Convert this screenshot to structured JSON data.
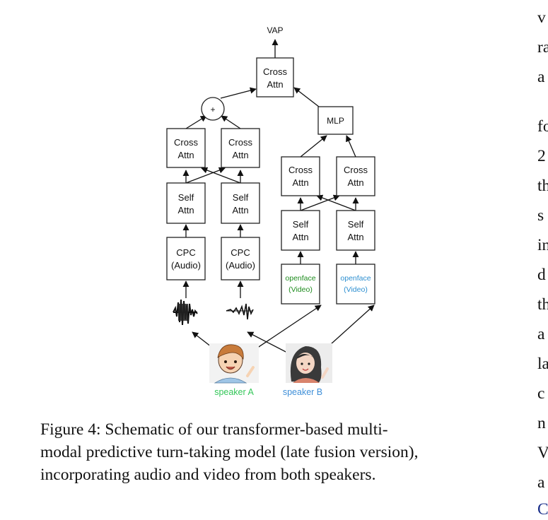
{
  "diagram": {
    "output_label": "VAP",
    "top_cross_attn": [
      "Cross",
      "Attn"
    ],
    "plus_symbol": "+",
    "mlp_label": "MLP",
    "audio_cross_attn_a": [
      "Cross",
      "Attn"
    ],
    "audio_cross_attn_b": [
      "Cross",
      "Attn"
    ],
    "audio_self_attn_a": [
      "Self",
      "Attn"
    ],
    "audio_self_attn_b": [
      "Self",
      "Attn"
    ],
    "cpc_a": [
      "CPC",
      "(Audio)"
    ],
    "cpc_b": [
      "CPC",
      "(Audio)"
    ],
    "video_cross_attn_a": [
      "Cross",
      "Attn"
    ],
    "video_cross_attn_b": [
      "Cross",
      "Attn"
    ],
    "video_self_attn_a": [
      "Self",
      "Attn"
    ],
    "video_self_attn_b": [
      "Self",
      "Attn"
    ],
    "openface_a": [
      "openface",
      "(Video)"
    ],
    "openface_b": [
      "openface",
      "(Video)"
    ],
    "speaker_a_label": "speaker A",
    "speaker_b_label": "speaker B",
    "colors": {
      "speaker_a": "#1e8c1e",
      "speaker_b": "#2d8fd0",
      "speaker_a_label": "#34c759",
      "speaker_b_label": "#3f8fd8"
    }
  },
  "caption": {
    "lines": [
      "Figure 4:  Schematic of our transformer-based multi-",
      "modal predictive turn-taking model (late fusion version),",
      "incorporating audio and video from both speakers."
    ]
  },
  "right_column": {
    "fragments": [
      "v",
      "ra",
      "a",
      "",
      "fo",
      "2",
      "th",
      "s",
      "in",
      "d",
      "th",
      "a",
      "la",
      "c",
      "n",
      "V",
      "a",
      "C"
    ],
    "last_fragment_color": "#1a2f8a"
  }
}
